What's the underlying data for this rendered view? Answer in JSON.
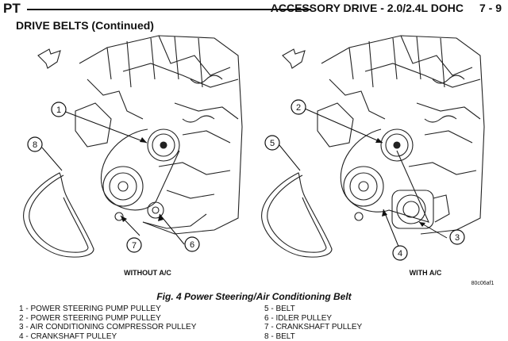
{
  "header": {
    "left": "PT",
    "section": "ACCESSORY DRIVE - 2.0/2.4L DOHC",
    "page": "7 - 9"
  },
  "subtitle": "DRIVE BELTS (Continued)",
  "figure": {
    "left_label": "WITHOUT A/C",
    "right_label": "WITH A/C",
    "code": "80c06af1",
    "callouts_left": [
      "1",
      "8",
      "7",
      "6"
    ],
    "callouts_right": [
      "2",
      "5",
      "4",
      "3"
    ]
  },
  "caption": "Fig. 4 Power Steering/Air Conditioning Belt",
  "legend_left": [
    "1 - POWER STEERING PUMP PULLEY",
    "2 - POWER STEERING PUMP PULLEY",
    "3 - AIR CONDITIONING COMPRESSOR PULLEY",
    "4 - CRANKSHAFT PULLEY"
  ],
  "legend_right": [
    "5 - BELT",
    "6 - IDLER PULLEY",
    "7 - CRANKSHAFT PULLEY",
    "8 - BELT"
  ]
}
